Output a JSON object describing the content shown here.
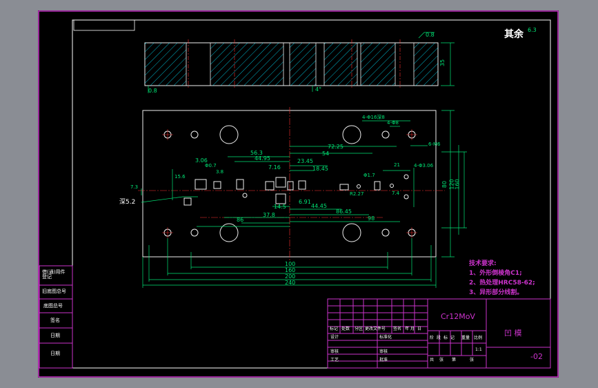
{
  "drawing": {
    "surface_finish_note": "其余",
    "surface_finish_symbol": "6.3",
    "section_roughness_a": "0.8",
    "section_roughness_b": "0.8",
    "section_height": "35",
    "section_angle": "4°",
    "side_depth_note": "深5.2",
    "material": "Cr12MoV",
    "part_name": "凹 模",
    "drawing_no": "-02",
    "scale": "1:1",
    "tech_requirements": {
      "title": "技术要求:",
      "items": [
        "1、外形倒棱角C1;",
        "2、热处理HRC58-62;",
        "3、异形部分线割。"
      ]
    },
    "left_strip_labels": [
      "借(通)用件登记",
      "旧底图总号",
      "底图总号",
      "签名",
      "日期",
      "日期"
    ],
    "title_block": {
      "row_labels": [
        "标记",
        "处数",
        "分区",
        "更改文件号",
        "签名",
        "年",
        "月",
        "日"
      ],
      "design_row": [
        "设计",
        "标准化"
      ],
      "review_row": [
        "审核",
        "审核"
      ],
      "process_row": [
        "工艺",
        "批准"
      ],
      "stage_labels": [
        "阶",
        "段",
        "标",
        "记",
        "重量",
        "比例"
      ],
      "sheet_info": [
        "共",
        "张",
        "第",
        "张"
      ]
    },
    "dimensions": {
      "overall": [
        "100",
        "160",
        "200",
        "240"
      ],
      "right_vertical": [
        "80",
        "120",
        "160"
      ],
      "top_chain": [
        "72.25",
        "56.3",
        "54",
        "44.95",
        "23.45",
        "18.45",
        "3.06",
        "7.16"
      ],
      "bottom_chain": [
        "14.5",
        "6.91",
        "37.8",
        "44.45",
        "86.45",
        "86",
        "98"
      ],
      "callouts": [
        "4-Φ16深8",
        "4-Φ8",
        "6-M6",
        "4-Φ3.06",
        "R2.27",
        "Φ1.7",
        "Φ0.7",
        "21",
        "3.8",
        "15.6",
        "7.3",
        "7.4"
      ]
    }
  },
  "colors": {
    "sheet": "#000000",
    "frame": "#ffffff",
    "title_grid": "#cc33cc",
    "dimension": "#00e676",
    "part": "#f0f0f0",
    "centerline": "#ff3030",
    "hatch": "#00e5ff",
    "note": "#ffffff",
    "material_text": "#cc33cc"
  }
}
